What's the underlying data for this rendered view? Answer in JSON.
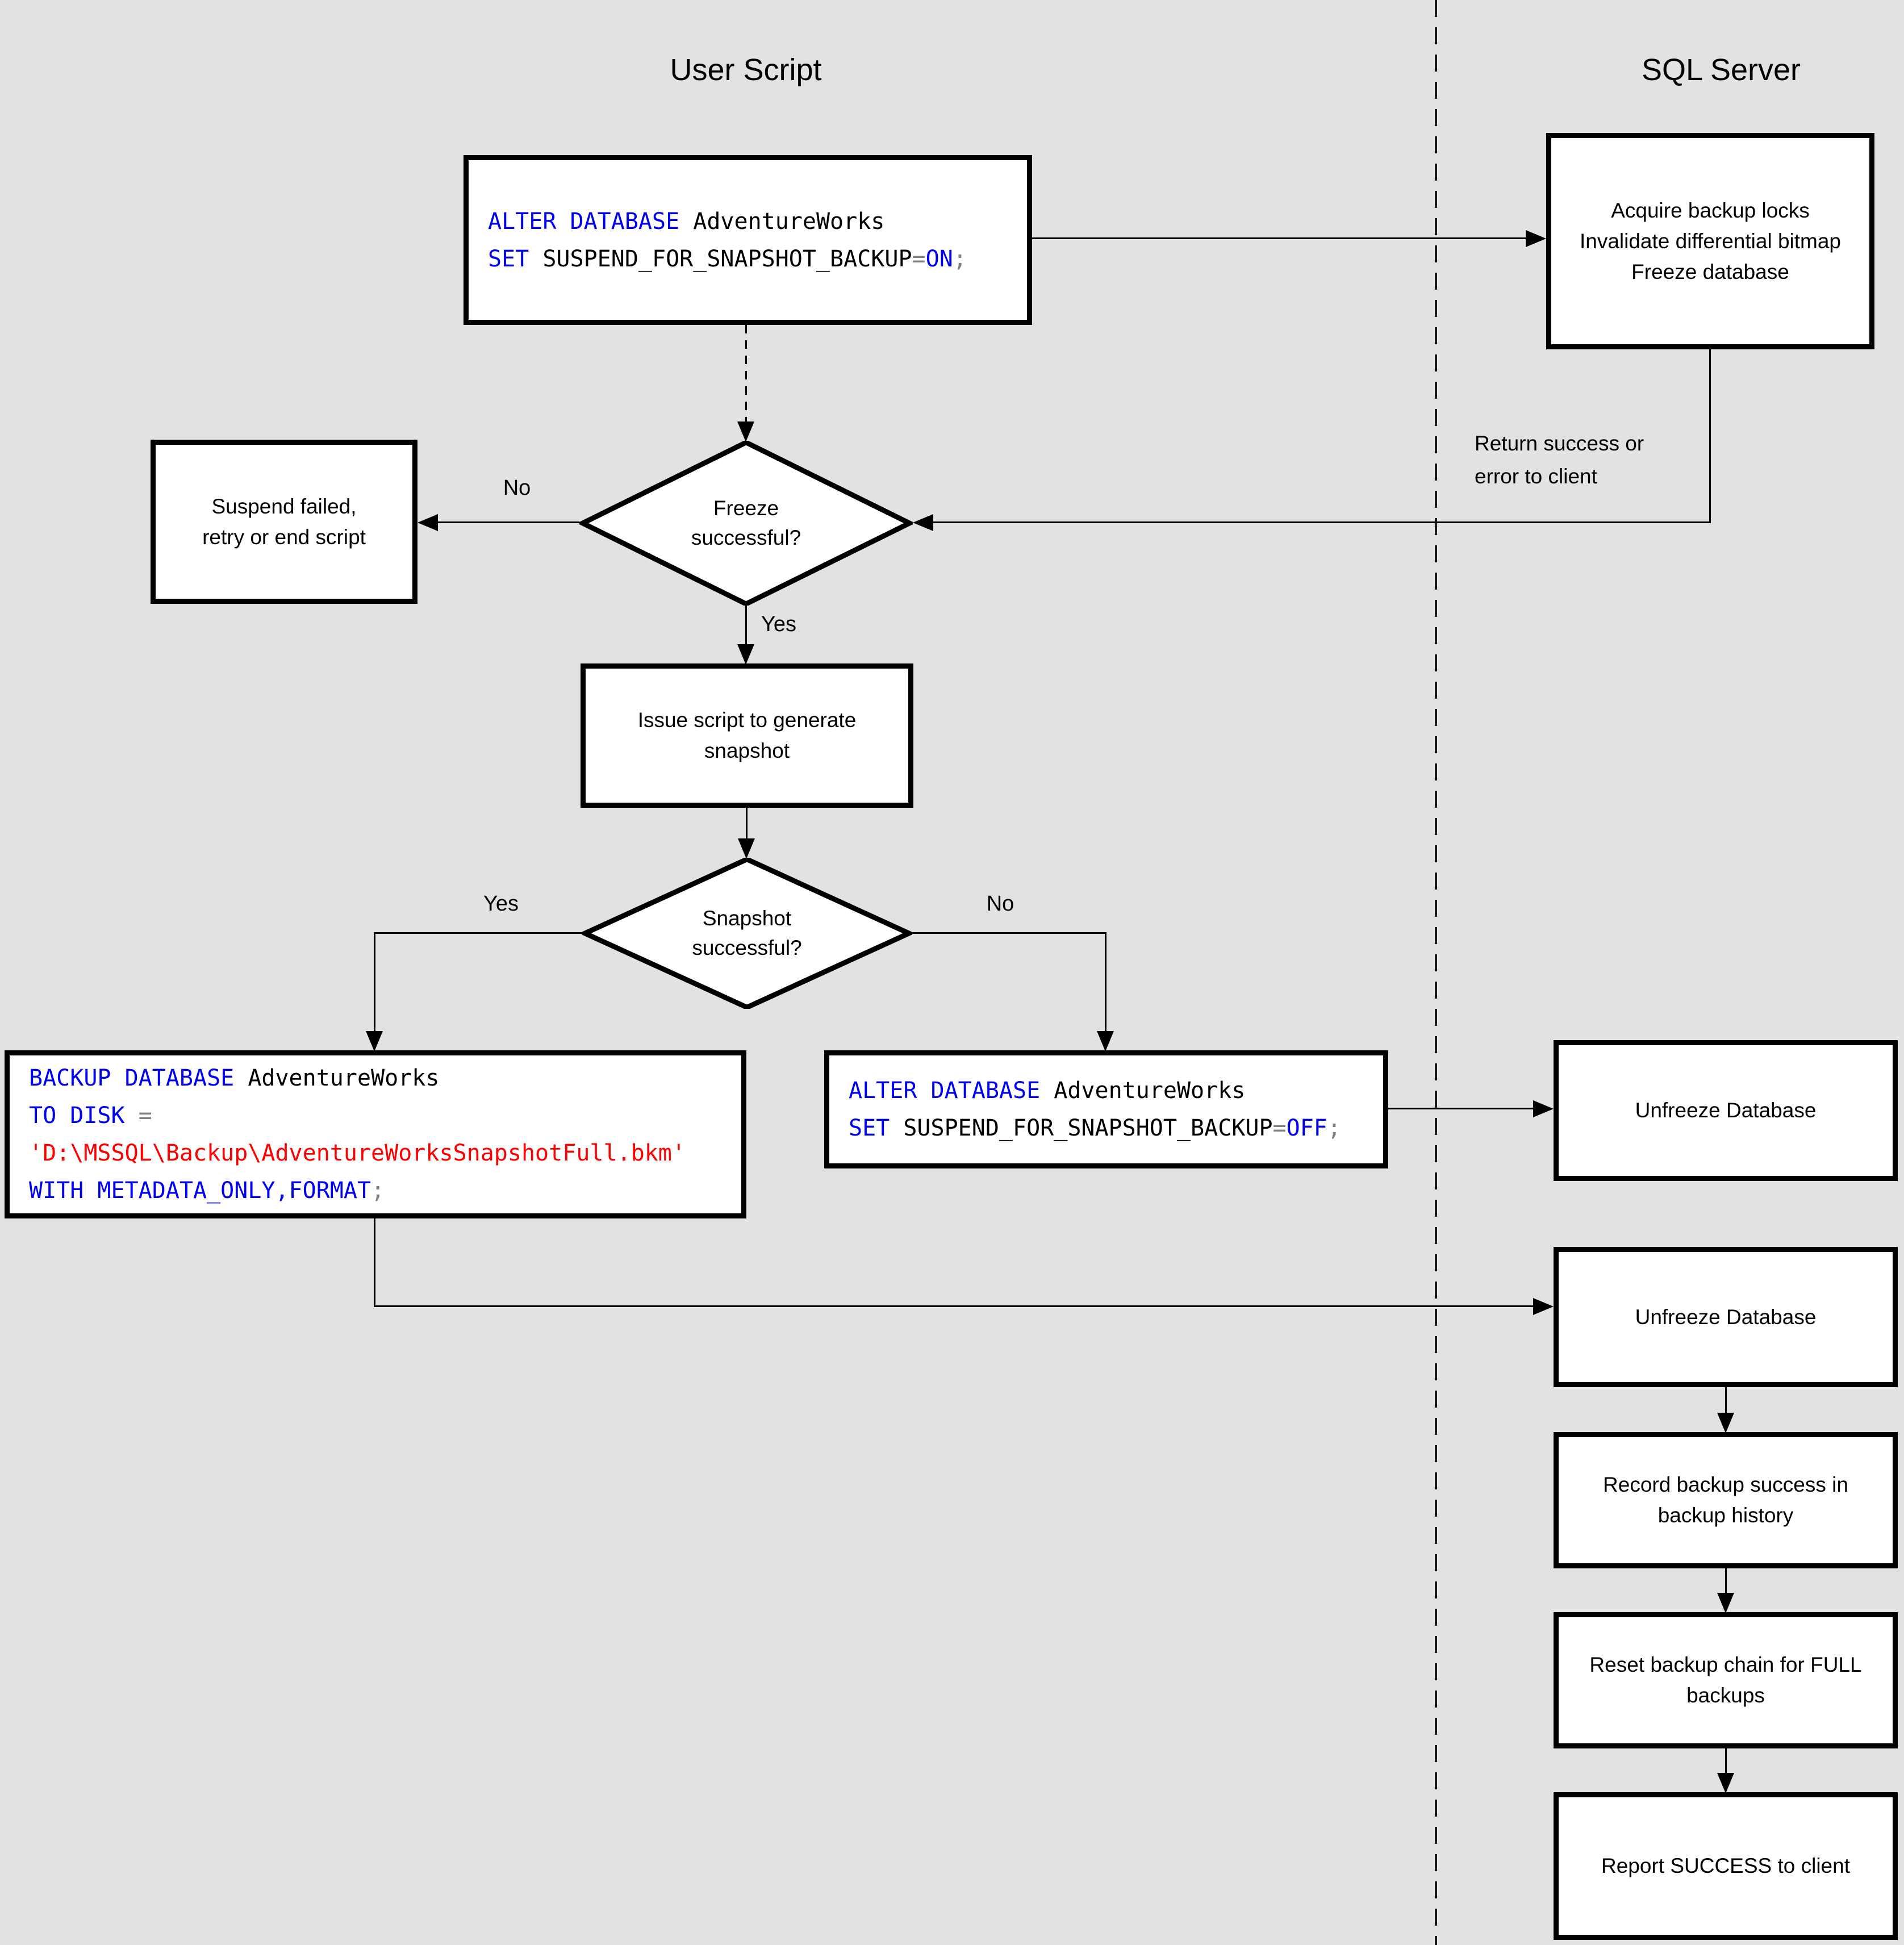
{
  "titles": {
    "user_script": "User Script",
    "sql_server": "SQL Server"
  },
  "colors": {
    "background": "#e2e2e2",
    "node_fill": "#ffffff",
    "stroke": "#000000",
    "sql_keyword": "#0000f0",
    "sql_identifier": "#000000",
    "sql_operator": "#808080",
    "sql_string": "#ff0000"
  },
  "edge_labels": {
    "freeze_no": "No",
    "freeze_yes": "Yes",
    "snapshot_yes": "Yes",
    "snapshot_no": "No",
    "return_note": [
      "Return success or",
      "error to client"
    ]
  },
  "nodes": {
    "alter_on": {
      "lines": [
        [
          {
            "t": "ALTER DATABASE ",
            "c": "keyword"
          },
          {
            "t": "AdventureWorks",
            "c": "identifier"
          }
        ],
        [
          {
            "t": "SET ",
            "c": "keyword"
          },
          {
            "t": "SUSPEND_FOR_SNAPSHOT_BACKUP",
            "c": "identifier"
          },
          {
            "t": "=",
            "c": "operator"
          },
          {
            "t": "ON",
            "c": "keyword"
          },
          {
            "t": ";",
            "c": "operator"
          }
        ]
      ]
    },
    "acquire": {
      "lines": [
        "Acquire backup locks",
        "Invalidate differential bitmap",
        "Freeze database"
      ]
    },
    "freeze_q": {
      "lines": [
        "Freeze",
        "successful?"
      ]
    },
    "suspend_failed": {
      "lines": [
        "Suspend failed,",
        "retry or end script"
      ]
    },
    "issue_script": {
      "lines": [
        "Issue script to generate",
        "snapshot"
      ]
    },
    "snapshot_q": {
      "lines": [
        "Snapshot",
        "successful?"
      ]
    },
    "backup_metadata": {
      "lines": [
        [
          {
            "t": "BACKUP DATABASE ",
            "c": "keyword"
          },
          {
            "t": "AdventureWorks",
            "c": "identifier"
          }
        ],
        [
          {
            "t": "TO DISK ",
            "c": "keyword"
          },
          {
            "t": "=",
            "c": "operator"
          }
        ],
        [
          {
            "t": "'D:\\MSSQL\\Backup\\AdventureWorksSnapshotFull.bkm'",
            "c": "string"
          }
        ],
        [
          {
            "t": "WITH METADATA_ONLY,FORMAT",
            "c": "keyword"
          },
          {
            "t": ";",
            "c": "operator"
          }
        ]
      ]
    },
    "alter_off": {
      "lines": [
        [
          {
            "t": "ALTER DATABASE ",
            "c": "keyword"
          },
          {
            "t": "AdventureWorks",
            "c": "identifier"
          }
        ],
        [
          {
            "t": "SET ",
            "c": "keyword"
          },
          {
            "t": "SUSPEND_FOR_SNAPSHOT_BACKUP",
            "c": "identifier"
          },
          {
            "t": "=",
            "c": "operator"
          },
          {
            "t": "OFF",
            "c": "keyword"
          },
          {
            "t": ";",
            "c": "operator"
          }
        ]
      ]
    },
    "unfreeze_1": {
      "lines": [
        "Unfreeze Database"
      ]
    },
    "unfreeze_2": {
      "lines": [
        "Unfreeze Database"
      ]
    },
    "record_history": {
      "lines": [
        "Record backup success in",
        "backup history"
      ]
    },
    "reset_chain": {
      "lines": [
        "Reset backup chain for FULL",
        "backups"
      ]
    },
    "report_success": {
      "lines": [
        "Report SUCCESS to client"
      ]
    }
  }
}
